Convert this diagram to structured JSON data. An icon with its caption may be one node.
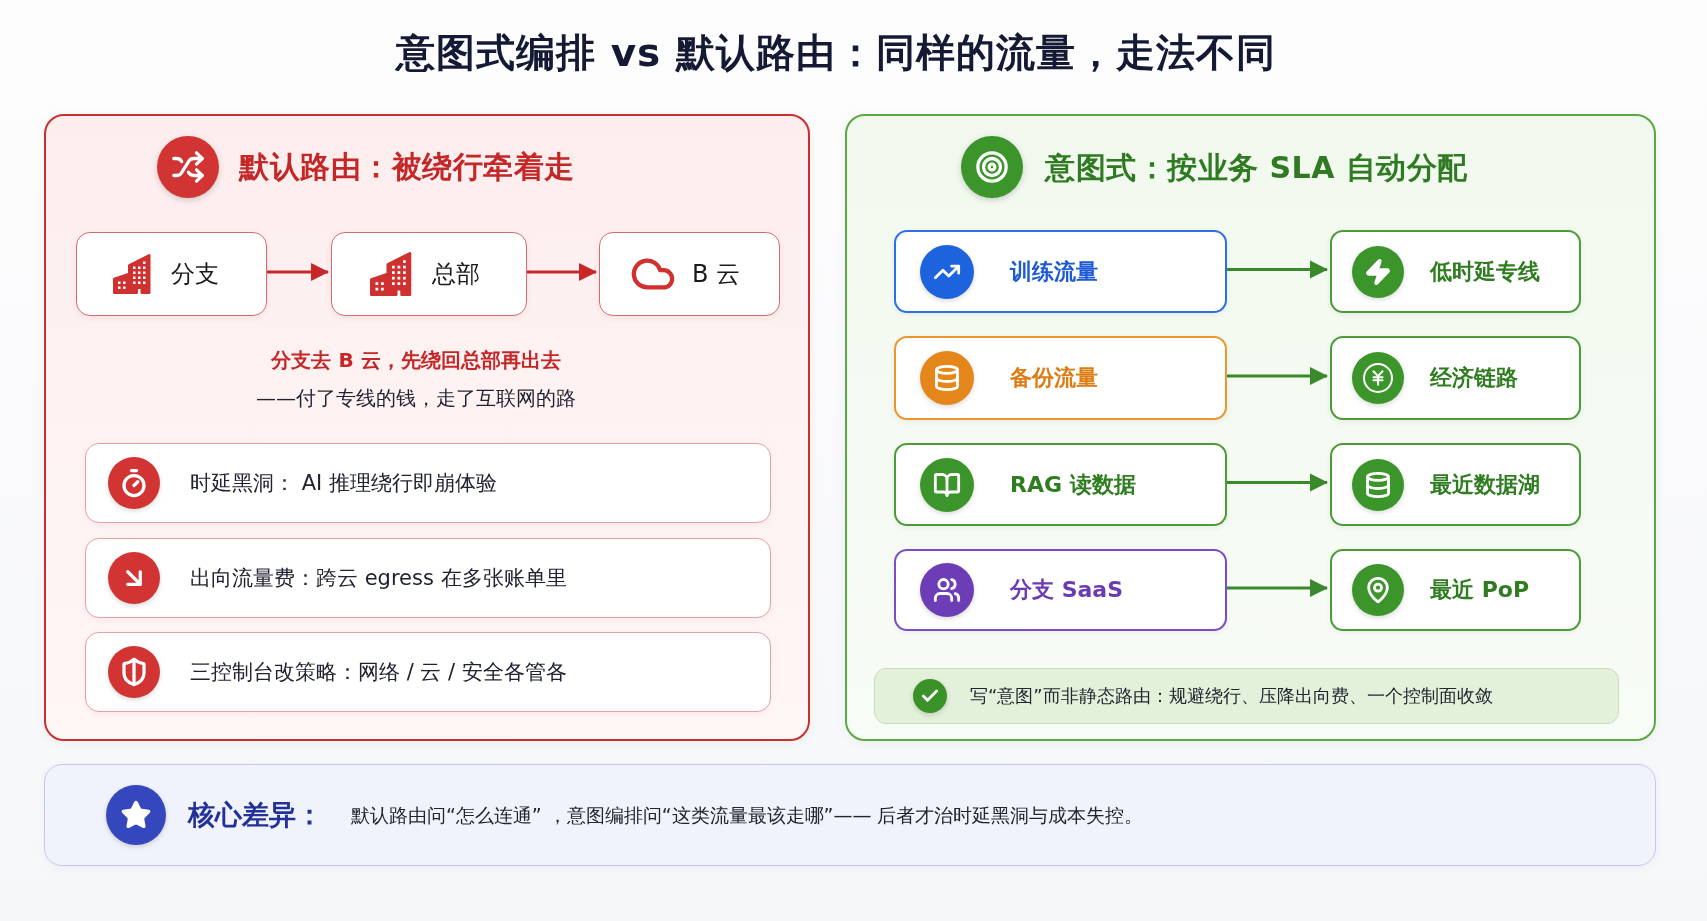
{
  "diagram": {
    "title": "意图式编排 vs 默认路由：同样的流量，走法不同",
    "nodes": [
      {
        "text": [
          "默认路由：被绕行牵着走",
          "分支去 B 云，先绕回总部再出去",
          "——付了专线的钱，走了互联网的路"
        ]
      },
      {
        "text": [
          "分支"
        ],
        "in": 0
      },
      {
        "text": [
          "总部"
        ],
        "in": 0
      },
      {
        "text": [
          "B 云"
        ],
        "in": 0
      },
      {
        "text": [
          "时延黑洞： AI 推理绕行即崩体验"
        ],
        "in": 0
      },
      {
        "text": [
          "出向流量费：跨云 egress 在多张账单里"
        ],
        "in": 0
      },
      {
        "text": [
          "三控制台改策略：网络 / 云 / 安全各管各"
        ],
        "in": 0
      },
      {
        "text": [
          "意图式：按业务 SLA 自动分配"
        ]
      },
      {
        "text": [
          "训练流量"
        ],
        "in": 7
      },
      {
        "text": [
          "低时延专线"
        ],
        "in": 7
      },
      {
        "text": [
          "备份流量"
        ],
        "in": 7
      },
      {
        "text": [
          "经济链路"
        ],
        "in": 7
      },
      {
        "text": [
          "RAG 读数据"
        ],
        "in": 7
      },
      {
        "text": [
          "最近数据湖"
        ],
        "in": 7
      },
      {
        "text": [
          "分支 SaaS"
        ],
        "in": 7
      },
      {
        "text": [
          "最近 PoP"
        ],
        "in": 7
      },
      {
        "text": [
          "写“意图”而非静态路由：规避绕行、压降出向费、一个控制面收敛"
        ],
        "in": 7
      },
      {
        "text": [
          "核心差异：",
          "默认路由问“怎么连通” ，意图编排问“这类流量最该走哪”—— 后者才治时延黑洞与成本失控。"
        ]
      }
    ],
    "edges": [
      {
        "from": 1,
        "to": 2,
        "arrow": "to",
        "color": "#c62828"
      },
      {
        "from": 2,
        "to": 3,
        "arrow": "to",
        "color": "#c62828"
      },
      {
        "from": 8,
        "to": 9,
        "arrow": "to"
      },
      {
        "from": 10,
        "to": 11,
        "arrow": "to"
      },
      {
        "from": 12,
        "to": 13,
        "arrow": "to"
      },
      {
        "from": 14,
        "to": 15,
        "arrow": "to"
      }
    ]
  }
}
